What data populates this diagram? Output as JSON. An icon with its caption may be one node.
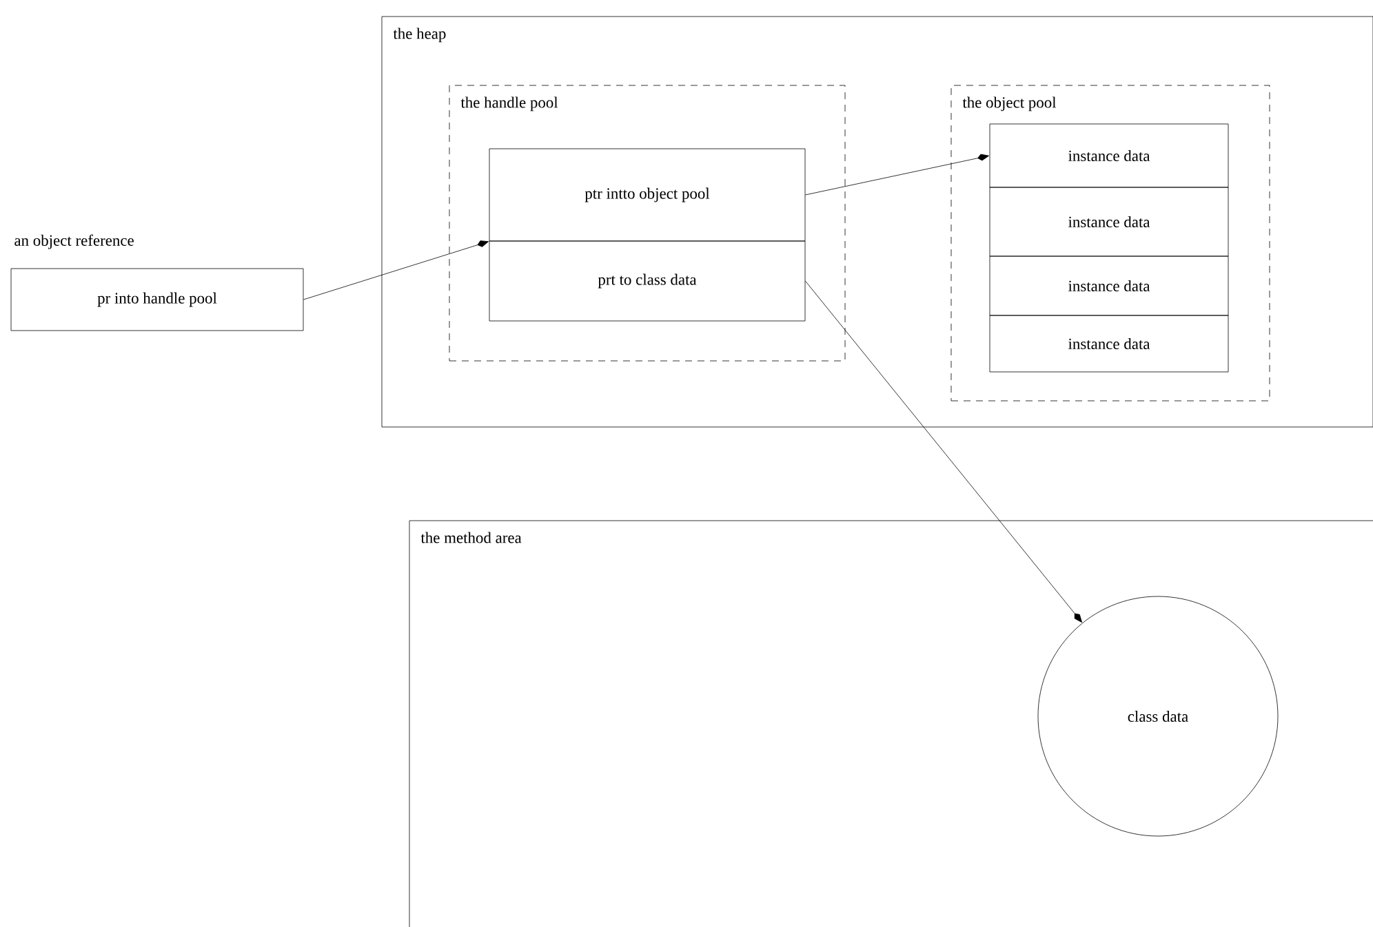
{
  "diagram": {
    "nodes": [
      {
        "text": [
          "the heap"
        ]
      },
      {
        "text": [
          "the handle pool"
        ],
        "in": 0
      },
      {
        "text": [
          "ptr intto object pool"
        ],
        "in": 1
      },
      {
        "text": [
          "prt to class data"
        ],
        "in": 1
      },
      {
        "text": [
          "the object pool"
        ],
        "in": 0
      },
      {
        "text": [
          "instance data"
        ],
        "in": 4
      },
      {
        "text": [
          "instance data"
        ],
        "in": 4
      },
      {
        "text": [
          "instance data"
        ],
        "in": 4
      },
      {
        "text": [
          "instance data"
        ],
        "in": 4
      },
      {
        "text": [
          "pr into handle pool"
        ],
        "beside": [
          "an object reference"
        ]
      },
      {
        "text": [
          "the method area"
        ]
      },
      {
        "text": [
          "class data"
        ],
        "in": 10
      }
    ],
    "edges": [
      {
        "from": 9,
        "to": 2,
        "arrow": "to"
      },
      {
        "from": 2,
        "to": 5,
        "arrow": "to"
      },
      {
        "from": 3,
        "to": 11,
        "arrow": "to"
      }
    ]
  }
}
